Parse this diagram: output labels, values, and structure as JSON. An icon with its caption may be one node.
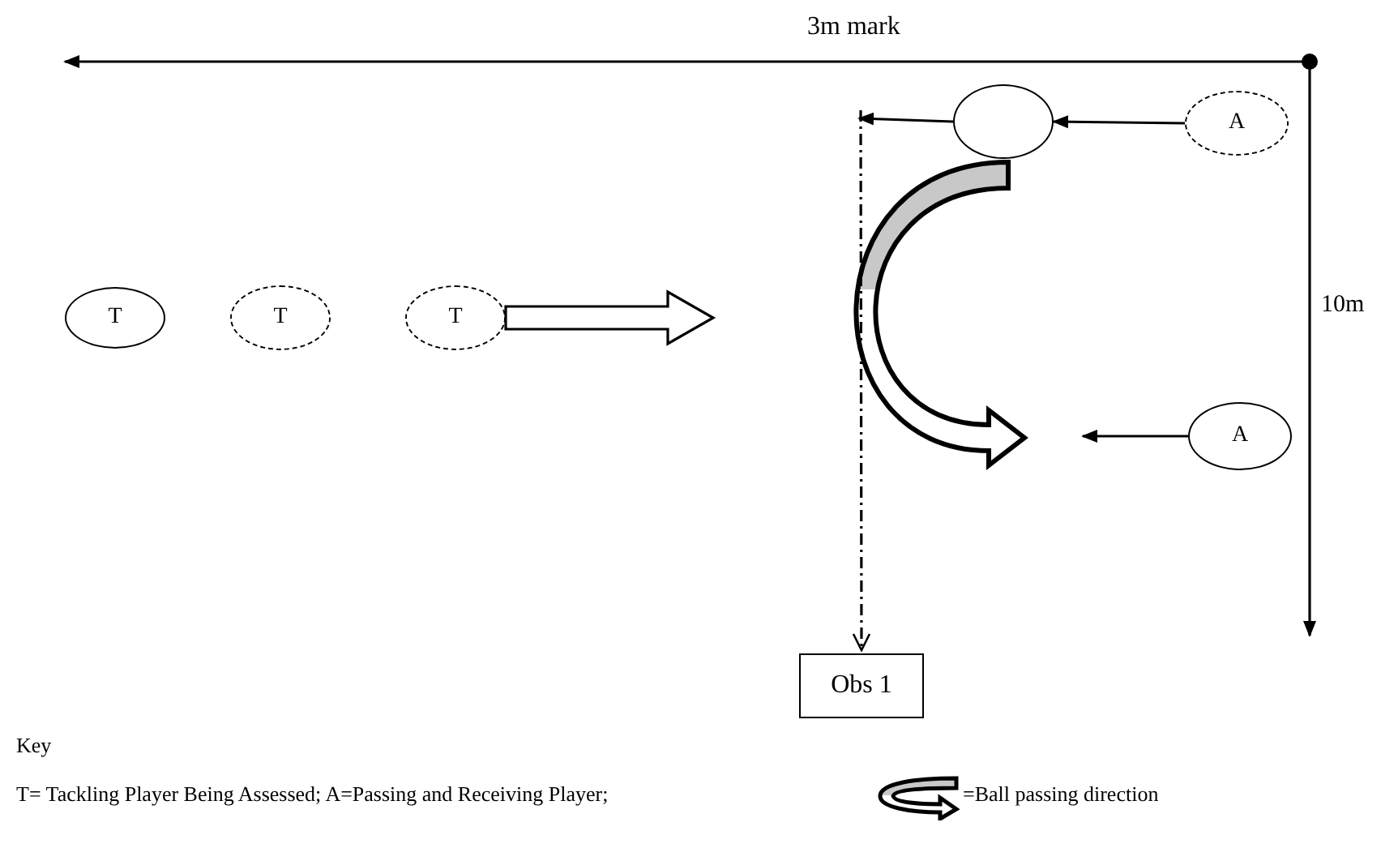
{
  "diagram": {
    "nodes": [
      {
        "text": [
          "T"
        ]
      },
      {
        "text": [
          "T"
        ]
      },
      {
        "text": [
          "T"
        ]
      },
      {
        "text": [],
        "shape": "circle"
      },
      {
        "text": [
          "A"
        ]
      },
      {
        "text": [
          "A"
        ]
      },
      {
        "text": [
          "Obs 1"
        ]
      }
    ],
    "edges": [
      {
        "from": 4,
        "to": 3,
        "arrow": "to"
      },
      {
        "from": 3,
        "to": null,
        "arrow": "to"
      },
      {
        "from": 5,
        "to": null,
        "arrow": "to"
      },
      {
        "from": 2,
        "to": null,
        "arrow": "to",
        "style": "thick"
      },
      {
        "from": 3,
        "to": null,
        "arrow": "to",
        "style": "thick"
      },
      {
        "from": null,
        "to": 6,
        "arrow": "to",
        "style": "dashed"
      }
    ],
    "labels": [
      "3m mark",
      "10m",
      "Key",
      "T= Tackling Player Being Assessed; A=Passing and Receiving Player;"
    ],
    "legend": [
      {
        "text": "=Ball passing direction"
      }
    ]
  }
}
